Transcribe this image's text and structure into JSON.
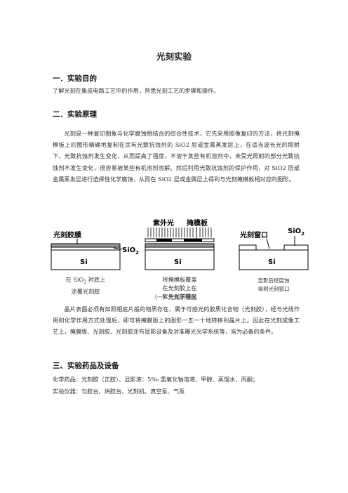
{
  "title": "光刻实验",
  "sections": [
    {
      "heading": "一．实验目的",
      "text": "了解光刻在集成电路工艺中的作用，熟悉光刻工艺的步骤和操作。"
    },
    {
      "heading": "二．实验原理",
      "text": "光刻是一种复印图象与化学腐蚀相结合的综合性技术，它先采用照像复印的方法，将光刻掩模板上的图形精确地复制在涂有光致抗蚀剂的 SiO2 层或金属蒸发层上，在适当波长光的照射下，光致抗蚀剂发生变化，从而提高了强度，不溶于某些有机溶剂中，未受光照射的部分光致抗蚀剂不发生变化，很容易被某些有机溶剂溶解。然后利用光致抗蚀剂的保护作用，对 SiO2 层或金属蒸发层进行选择性化学腐蚀，从而在 SiO2 层或金属层上得到与光刻掩模板相对应的图形。"
    },
    {
      "heading": "三、实验药品及设备",
      "text": ""
    }
  ],
  "figure": {
    "label_photoresist": "光刻胶膜",
    "label_sio2": "SiO",
    "label_sio2_sub": "2",
    "label_si": "Si",
    "label_uv": "紫外光",
    "label_mask": "掩模板",
    "label_window": "光刻窗口",
    "caption_1a": "在 SiO",
    "caption_1_sub": "2",
    "caption_1b": " 衬底上",
    "caption_1c": "涂覆光刻胶",
    "caption_2a": "将掩模板覆盖",
    "caption_2b": "在光刻胶上在",
    "caption_2c": "紫外光下曝光",
    "caption_3a": "显影后经腐蚀",
    "caption_3b": "得到光刻窗口",
    "figure_caption": "（一）光刻原理图"
  },
  "paragraph_after_figure": "晶片表面必须有如照相底片般的物质存在，属于可感光的胶质化合物（光刻胶），经与光线作用和化学作用方式处理后，即可将掩膜版上的图形一五一十地转移到晶片上。因此在光刻成像工艺上，掩膜版、光刻胶、光刻胶涂布显影设备及对准曝光光学系统等，皆为必备的条件。",
  "materials": "化学药品：光刻胶（正胶）、显影液：5‰ 氢氧化钠溶液、甲醇、蒸馏水、丙酮；",
  "equipment": "实验仪器：匀胶台、烘胶台、光刻机、真空泵、气泵"
}
